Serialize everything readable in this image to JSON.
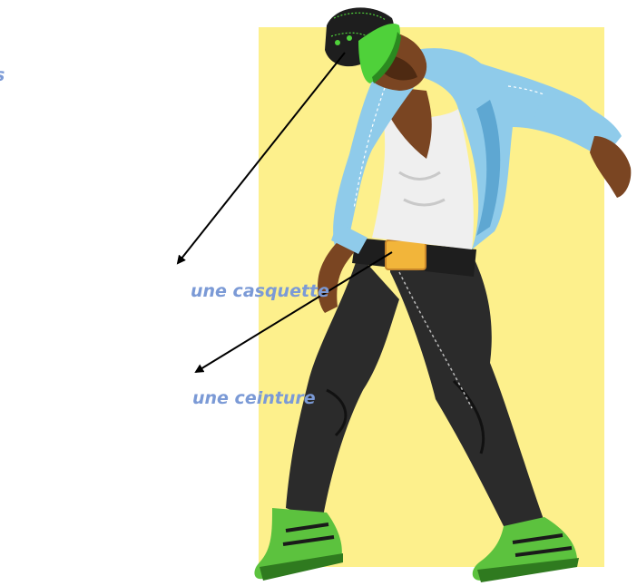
{
  "labels": {
    "cap": "une casquette",
    "belt": "une ceinture",
    "cut_off": "s"
  },
  "colors": {
    "label_text": "#7b9ad6",
    "backdrop": "#fdf08c",
    "jacket": "#8fcbea",
    "jacket_shadow": "#5ea7d2",
    "skin": "#7a4522",
    "skin_dark": "#4e2a12",
    "tank_top": "#efefef",
    "pants": "#2b2b2b",
    "cap_accent": "#4fd13a",
    "shoes": "#5cc23e",
    "buckle": "#f2b53a",
    "arrow": "#000000"
  },
  "icons": {
    "illustration": "hip-hop-dancer-illustration",
    "arrow": "pointer-arrow"
  }
}
